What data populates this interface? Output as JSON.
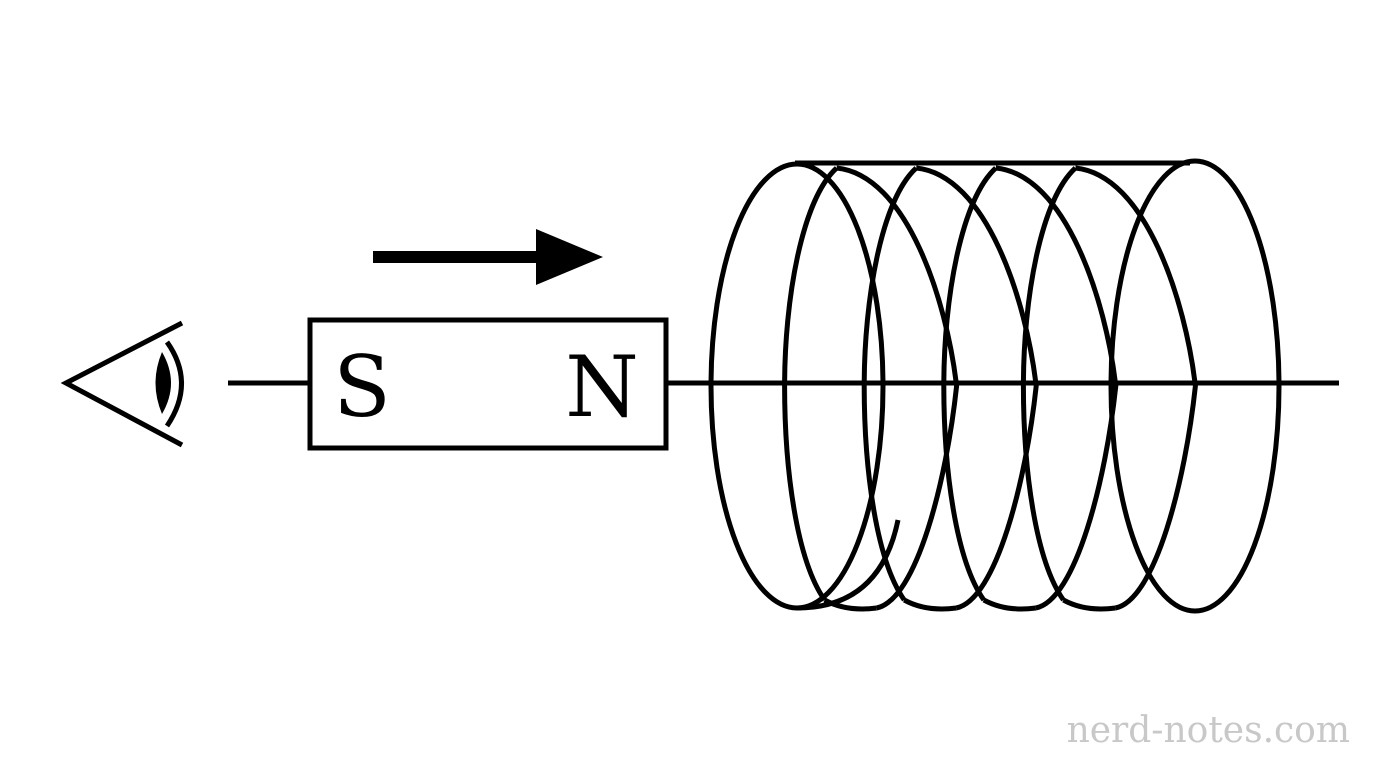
{
  "diagram": {
    "magnet": {
      "south_label": "S",
      "north_label": "N"
    },
    "watermark": "nerd-notes.com",
    "colors": {
      "ink": "#000000",
      "background": "#ffffff",
      "watermark": "#c8c8c8"
    },
    "icons": {
      "observer": "eye-icon",
      "motion": "right-arrow-icon"
    },
    "coil": {
      "turns": 6
    }
  }
}
